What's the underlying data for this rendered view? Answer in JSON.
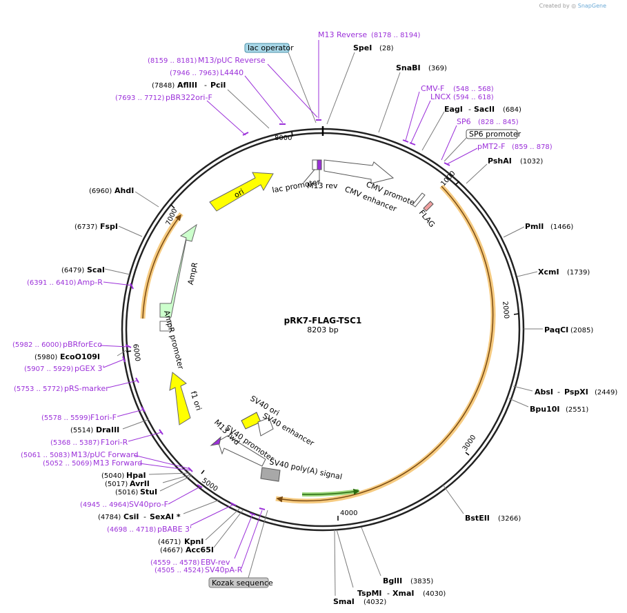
{
  "header": {
    "created_by": "Created by",
    "brand": "SnapGene"
  },
  "plasmid": {
    "name": "pRK7-FLAG-TSC1",
    "size": "8203 bp"
  },
  "ruler": [
    {
      "label": "8000"
    },
    {
      "label": "1000"
    },
    {
      "label": "2000"
    },
    {
      "label": "3000"
    },
    {
      "label": "4000"
    },
    {
      "label": "5000"
    },
    {
      "label": "6000"
    },
    {
      "label": "7000"
    }
  ],
  "sites": [
    {
      "name": "SpeI",
      "coord": "(28)"
    },
    {
      "name": "SnaBI",
      "coord": "(369)"
    },
    {
      "name": "EagI",
      "name2": "SacII",
      "coord": "(684)"
    },
    {
      "name": "PshAI",
      "coord": "(1032)"
    },
    {
      "name": "PmlI",
      "coord": "(1466)"
    },
    {
      "name": "XcmI",
      "coord": "(1739)"
    },
    {
      "name": "PaqCI",
      "coord": "(2085)"
    },
    {
      "name": "AbsI",
      "name2": "PspXI",
      "coord": "(2449)"
    },
    {
      "name": "Bpu10I",
      "coord": "(2551)"
    },
    {
      "name": "BstEII",
      "coord": "(3266)"
    },
    {
      "name": "BglII",
      "coord": "(3835)"
    },
    {
      "name": "TspMI",
      "name2": "XmaI",
      "coord": "(4030)"
    },
    {
      "name": "SmaI",
      "coord": "(4032)"
    },
    {
      "name": "KpnI",
      "coord": "(4671)"
    },
    {
      "name": "Acc65I",
      "coord": "(4667)"
    },
    {
      "name": "CsiI",
      "name2": "SexAI *",
      "coord": "(4784)"
    },
    {
      "name": "StuI",
      "coord": "(5016)"
    },
    {
      "name": "AvrII",
      "coord": "(5017)"
    },
    {
      "name": "HpaI",
      "coord": "(5040)"
    },
    {
      "name": "DraIII",
      "coord": "(5514)"
    },
    {
      "name": "EcoO109I",
      "coord": "(5980)"
    },
    {
      "name": "ScaI",
      "coord": "(6479)"
    },
    {
      "name": "FspI",
      "coord": "(6737)"
    },
    {
      "name": "AhdI",
      "coord": "(6960)"
    },
    {
      "name": "AflIII",
      "name2": "PciI",
      "coord": "(7848)"
    }
  ],
  "primers": [
    {
      "name": "M13 Reverse",
      "coord": "(8178 .. 8194)"
    },
    {
      "name": "M13/pUC Reverse",
      "coord": "(8159 .. 8181)"
    },
    {
      "name": "L4440",
      "coord": "(7946 .. 7963)"
    },
    {
      "name": "pBR322ori-F",
      "coord": "(7693 .. 7712)"
    },
    {
      "name": "CMV-F",
      "coord": "(548 .. 568)"
    },
    {
      "name": "LNCX",
      "coord": "(594 .. 618)"
    },
    {
      "name": "SP6",
      "coord": "(828 .. 845)"
    },
    {
      "name": "pMT2-F",
      "coord": "(859 .. 878)"
    },
    {
      "name": "Amp-R",
      "coord": "(6391 .. 6410)"
    },
    {
      "name": "pBRforEco",
      "coord": "(5982 .. 6000)"
    },
    {
      "name": "pGEX 3'",
      "coord": "(5907 .. 5929)"
    },
    {
      "name": "pRS-marker",
      "coord": "(5753 .. 5772)"
    },
    {
      "name": "F1ori-F",
      "coord": "(5578 .. 5599)"
    },
    {
      "name": "F1ori-R",
      "coord": "(5368 .. 5387)"
    },
    {
      "name": "M13/pUC Forward",
      "coord": "(5061 .. 5083)"
    },
    {
      "name": "M13 Forward",
      "coord": "(5052 .. 5069)"
    },
    {
      "name": "SV40pro-F",
      "coord": "(4945 .. 4964)"
    },
    {
      "name": "pBABE 3'",
      "coord": "(4698 .. 4718)"
    },
    {
      "name": "EBV-rev",
      "coord": "(4559 .. 4578)"
    },
    {
      "name": "SV40pA-R",
      "coord": "(4505 .. 4524)"
    }
  ],
  "boxed_labels": {
    "lac_operator": "lac operator",
    "sp6_promoter": "SP6 promoter",
    "kozak": "Kozak sequence"
  },
  "features": {
    "lac_promoter": "lac promoter",
    "m13_rev": "M13 rev",
    "cmv_promoter": "CMV promoter",
    "cmv_enhancer": "CMV enhancer",
    "flag": "FLAG",
    "ori": "ori",
    "ampr": "AmpR",
    "ampr_promoter": "AmpR promoter",
    "f1_ori": "f1 ori",
    "sv40_ori": "SV40 ori",
    "sv40_enhancer": "SV40 enhancer",
    "sv40_promoter": "SV40 promoter",
    "m13_fwd": "M13 fwd",
    "sv40_polya": "SV40 poly(A) signal"
  },
  "colors": {
    "backbone": "#222222",
    "primer": "#9b30d9",
    "ori": "#ffff00",
    "ampr": "#ccffcc",
    "orf_glow": "#f5c26b",
    "orf_line": "#7a4a10",
    "green_arrow": "#5fbf3f",
    "lac_box": "#a9d8e8",
    "kozak_box": "#c8c8c8"
  }
}
